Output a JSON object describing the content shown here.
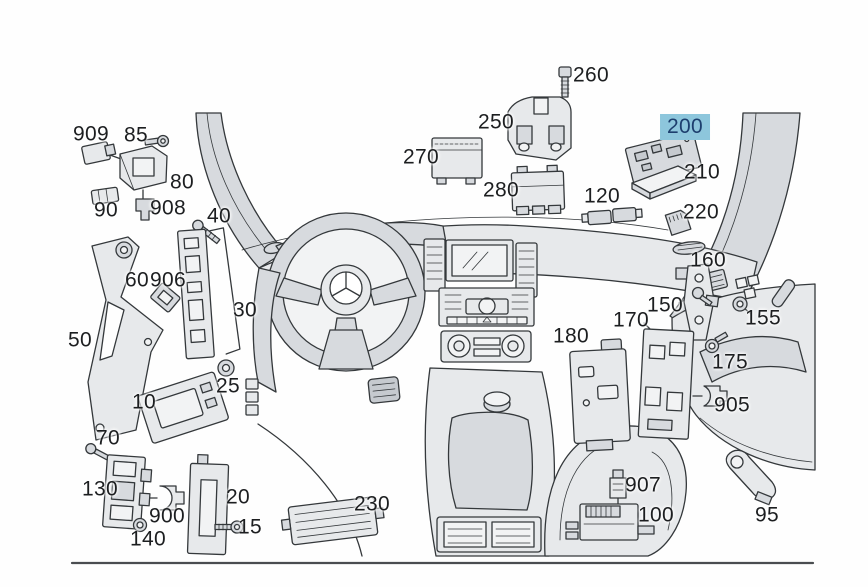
{
  "diagram": {
    "type": "exploded-parts-diagram",
    "highlighted_part": "200",
    "colors": {
      "background": "#ffffff",
      "line": "#34383b",
      "fill_light": "#f2f3f4",
      "fill_mid": "#e7e9eb",
      "fill_dark": "#d7dade",
      "label_text": "#1c1e20",
      "highlight_bg": "#8dc6dc",
      "highlight_text": "#1d3f6e"
    },
    "icons": {
      "brand_logo": "mercedes-star"
    },
    "parts": [
      {
        "label": "909",
        "highlighted": false
      },
      {
        "label": "85",
        "highlighted": false
      },
      {
        "label": "80",
        "highlighted": false
      },
      {
        "label": "90",
        "highlighted": false
      },
      {
        "label": "908",
        "highlighted": false
      },
      {
        "label": "40",
        "highlighted": false
      },
      {
        "label": "60",
        "highlighted": false
      },
      {
        "label": "906",
        "highlighted": false
      },
      {
        "label": "50",
        "highlighted": false
      },
      {
        "label": "30",
        "highlighted": false
      },
      {
        "label": "25",
        "highlighted": false
      },
      {
        "label": "10",
        "highlighted": false
      },
      {
        "label": "70",
        "highlighted": false
      },
      {
        "label": "130",
        "highlighted": false
      },
      {
        "label": "900",
        "highlighted": false
      },
      {
        "label": "140",
        "highlighted": false
      },
      {
        "label": "20",
        "highlighted": false
      },
      {
        "label": "15",
        "highlighted": false
      },
      {
        "label": "230",
        "highlighted": false
      },
      {
        "label": "270",
        "highlighted": false
      },
      {
        "label": "250",
        "highlighted": false
      },
      {
        "label": "260",
        "highlighted": false
      },
      {
        "label": "280",
        "highlighted": false
      },
      {
        "label": "120",
        "highlighted": false
      },
      {
        "label": "200",
        "highlighted": true
      },
      {
        "label": "210",
        "highlighted": false
      },
      {
        "label": "220",
        "highlighted": false
      },
      {
        "label": "160",
        "highlighted": false
      },
      {
        "label": "150",
        "highlighted": false
      },
      {
        "label": "170",
        "highlighted": false
      },
      {
        "label": "155",
        "highlighted": false
      },
      {
        "label": "175",
        "highlighted": false
      },
      {
        "label": "180",
        "highlighted": false
      },
      {
        "label": "905",
        "highlighted": false
      },
      {
        "label": "907",
        "highlighted": false
      },
      {
        "label": "100",
        "highlighted": false
      },
      {
        "label": "95",
        "highlighted": false
      }
    ]
  }
}
